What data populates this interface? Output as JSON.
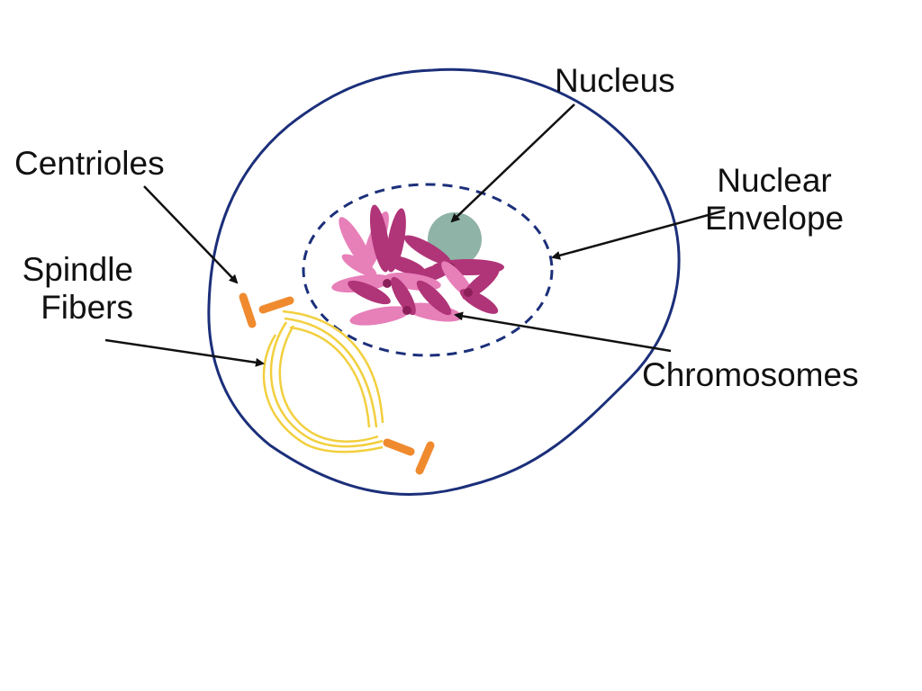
{
  "labels": {
    "nucleus": "Nucleus",
    "centrioles": "Centrioles",
    "nuclear_envelope_line1": "Nuclear",
    "nuclear_envelope_line2": "Envelope",
    "spindle_fibers_line1": "Spindle",
    "spindle_fibers_line2": "Fibers",
    "chromosomes": "Chromosomes"
  },
  "colors": {
    "cell_membrane": "#1b2f7a",
    "nuclear_envelope": "#1b2f7a",
    "nucleolus": "#8fb3a6",
    "chromosome_dark": "#b03478",
    "chromosome_light": "#e77fb9",
    "centromere": "#8a1f5a",
    "centriole": "#f08a2e",
    "spindle_fiber": "#f2cf3e",
    "arrow": "#111111"
  }
}
